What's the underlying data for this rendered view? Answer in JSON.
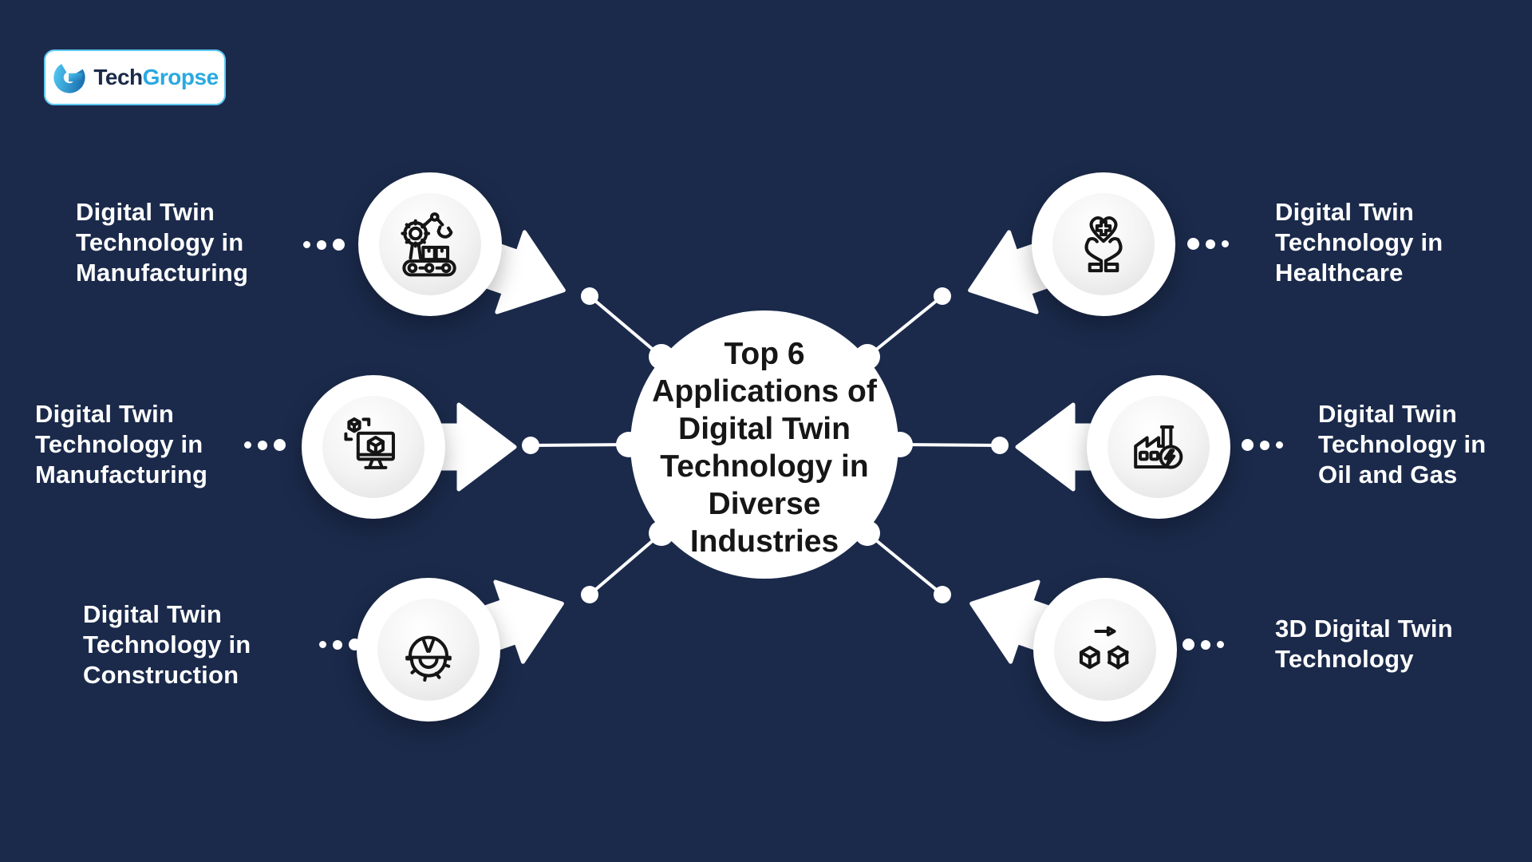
{
  "page": {
    "colors": {
      "background": "#1b2a4b",
      "node_fill": "#ffffff",
      "brand_blue": "#29a9e1",
      "brand_navy": "#1b2b4a",
      "center_text": "#161616"
    }
  },
  "logo": {
    "brand_first": "Tech",
    "brand_second": "Gropse",
    "mark_icon": "g-swirl-logo-icon"
  },
  "center": {
    "title_lines": [
      "Top 6",
      "Applications of",
      "Digital Twin",
      "Technology in",
      "Diverse",
      "Industries"
    ]
  },
  "nodes": [
    {
      "id": "manufacturing-robotics",
      "side": "left",
      "position": "top",
      "icon": "robot-arm-conveyor-icon",
      "label_lines": [
        "Digital Twin",
        "Technology in",
        "Manufacturing"
      ]
    },
    {
      "id": "manufacturing-modeling",
      "side": "left",
      "position": "middle",
      "icon": "monitor-3d-cube-icon",
      "label_lines": [
        "Digital Twin",
        "Technology in",
        "Manufacturing"
      ]
    },
    {
      "id": "construction",
      "side": "left",
      "position": "bottom",
      "icon": "hard-hat-gear-icon",
      "label_lines": [
        "Digital Twin",
        "Technology in",
        "Construction"
      ]
    },
    {
      "id": "healthcare",
      "side": "right",
      "position": "top",
      "icon": "hands-heart-cross-icon",
      "label_lines": [
        "Digital Twin",
        "Technology in",
        "Healthcare"
      ]
    },
    {
      "id": "oil-and-gas",
      "side": "right",
      "position": "middle",
      "icon": "factory-energy-icon",
      "label_lines": [
        "Digital Twin",
        "Technology in",
        "Oil and Gas"
      ]
    },
    {
      "id": "3d-digital-twin",
      "side": "right",
      "position": "bottom",
      "icon": "cube-transform-icon",
      "label_lines": [
        "3D Digital Twin",
        "Technology"
      ]
    }
  ]
}
